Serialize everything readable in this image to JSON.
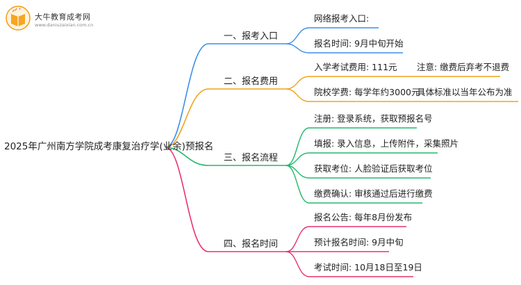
{
  "logo": {
    "name": "大牛教育成考网",
    "url": "www.daniuzaixian.com.cn",
    "icon": "book-logo-icon"
  },
  "root": {
    "label": "2025年广州南方学院成考康复治疗学(业余)预报名"
  },
  "colors": {
    "branch1": "#3b8fe8",
    "branch2": "#f0a21a",
    "branch3": "#22b86d",
    "branch4": "#e8336d"
  },
  "branches": [
    {
      "label": "一、报考入口",
      "leaves": [
        {
          "label": "网络报考入口:"
        },
        {
          "label": "报名时间: 9月中旬开始"
        }
      ]
    },
    {
      "label": "二、报名费用",
      "leaves": [
        {
          "label": "入学考试费用: 111元",
          "note": "注意: 缴费后弃考不退费"
        },
        {
          "label": "院校学费: 每学年约3000元",
          "note": "具体标准以当年公布为准"
        }
      ]
    },
    {
      "label": "三、报名流程",
      "leaves": [
        {
          "label": "注册: 登录系统，获取预报名号"
        },
        {
          "label": "填报: 录入信息，上传附件，采集照片"
        },
        {
          "label": "获取考位: 人脸验证后获取考位"
        },
        {
          "label": "缴费确认: 审核通过后进行缴费"
        }
      ]
    },
    {
      "label": "四、报名时间",
      "leaves": [
        {
          "label": "报名公告: 每年8月份发布"
        },
        {
          "label": "预计报名时间: 9月中旬"
        },
        {
          "label": "考试时间: 10月18日至19日"
        }
      ]
    }
  ]
}
